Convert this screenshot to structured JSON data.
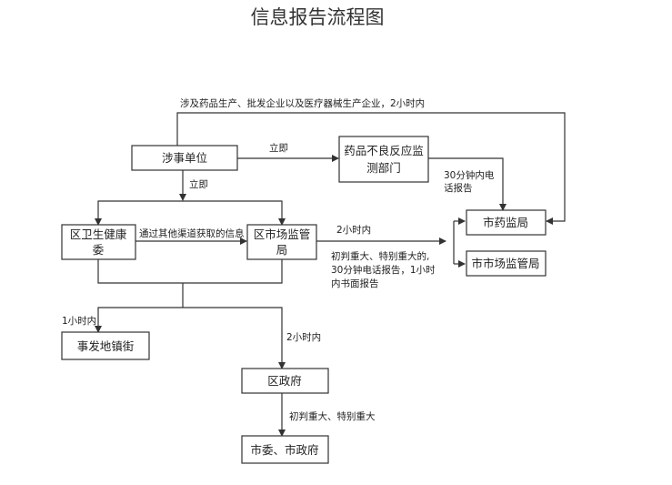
{
  "title": "信息报告流程图",
  "nodes": {
    "involved_unit": "涉事单位",
    "adr_dept_l1": "药品不良反应监",
    "adr_dept_l2": "测部门",
    "health_comm_l1": "区卫生健康",
    "health_comm_l2": "委",
    "market_bureau_l1": "区市场监管",
    "market_bureau_l2": "局",
    "city_drug": "市药监局",
    "city_market": "市市场监管局",
    "town_street": "事发地镇街",
    "district_gov": "区政府",
    "city_committee": "市委、市政府"
  },
  "labels": {
    "top_route": "涉及药品生产、批发企业以及医疗器械生产企业，2小时内",
    "immediate_right": "立即",
    "immediate_down": "立即",
    "phone_30_l1": "30分钟内电",
    "phone_30_l2": "话报告",
    "other_channels": "通过其他渠道获取的信息",
    "within_2h_market": "2小时内",
    "serious_l1": "初判重大、特别重大的,",
    "serious_l2": "30分钟电话报告，1小时",
    "serious_l3": "内书面报告",
    "within_1h": "1小时内",
    "within_2h_gov": "2小时内",
    "serious_gov": "初判重大、特别重大"
  }
}
